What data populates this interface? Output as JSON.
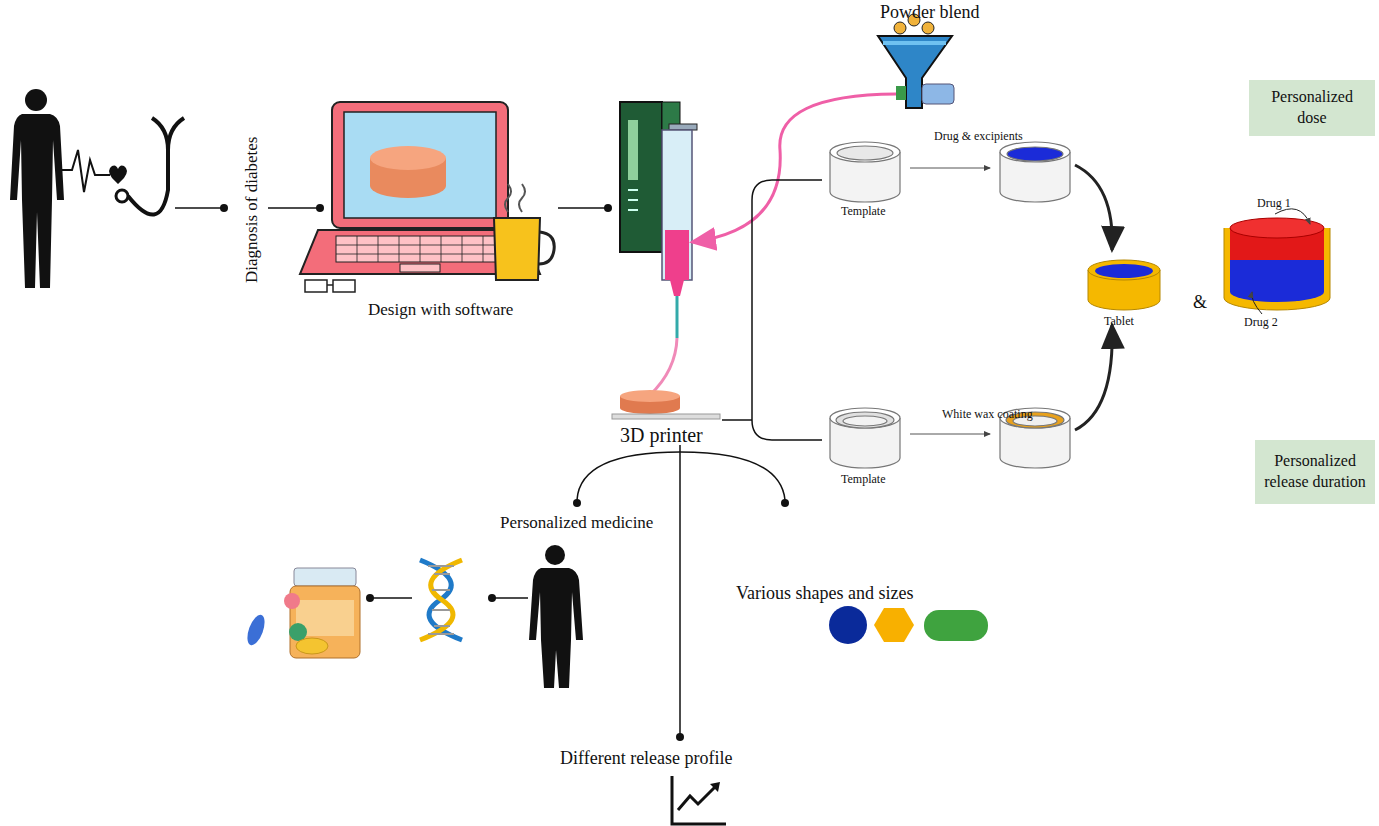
{
  "diagram": {
    "nodes": [
      {
        "text": [
          "Personalized dose"
        ]
      },
      {
        "text": [
          "Personalized release duration"
        ]
      }
    ],
    "labels": [
      "Powder blend",
      "Diagnosis of diabetes",
      "Design with software",
      "3D printer",
      "Template",
      "Drug & excipients",
      "Template",
      "White wax coating",
      "Tablet",
      "&",
      "Drug 1",
      "Drug 2",
      "Personalized medicine",
      "Various shapes and sizes",
      "Different release profile"
    ]
  }
}
